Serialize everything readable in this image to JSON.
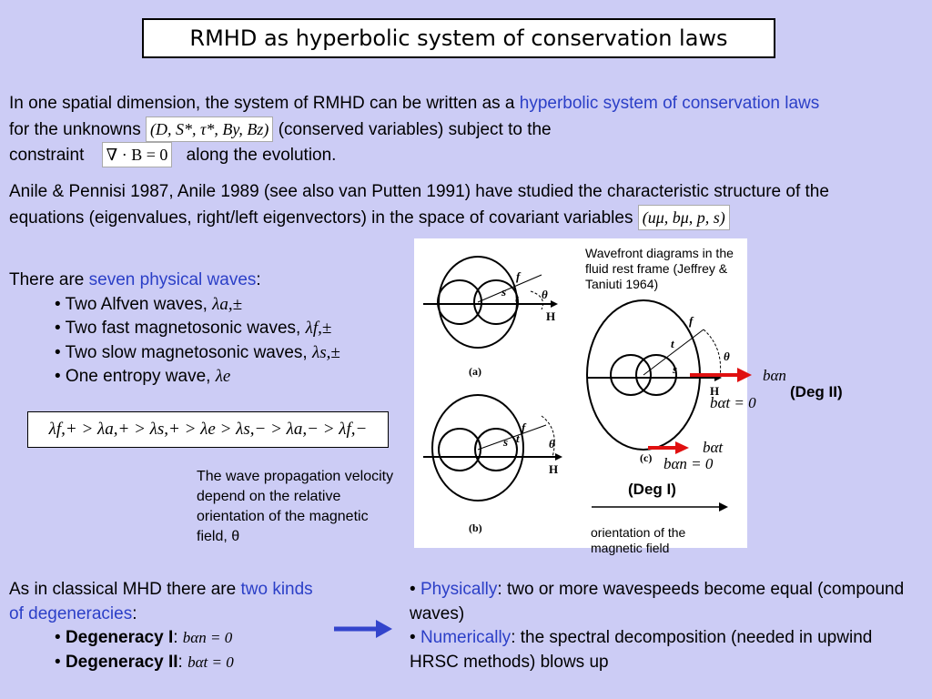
{
  "title": "RMHD as hyperbolic system of conservation laws",
  "para1": {
    "a": "In one spatial dimension, the system of RMHD can be written as a ",
    "b": "hyperbolic system of conservation laws",
    "c": " for the unknowns",
    "unknowns": "(D, S*, τ*, By, Bz)",
    "d": "(conserved variables) subject to the",
    "e": "constraint",
    "constraint": "∇ · B = 0",
    "f": "along the evolution."
  },
  "para2": {
    "text": "Anile & Pennisi 1987, Anile 1989 (see also van Putten 1991) have studied the characteristic structure of the equations (eigenvalues, right/left eigenvectors) in the space of covariant variables",
    "vars": "(uμ, bμ, p, s)"
  },
  "waves": {
    "intro_a": "There are ",
    "intro_b": "seven physical waves",
    "intro_c": ":",
    "items": [
      {
        "label": "• Two Alfven waves,",
        "sym": "λa,±"
      },
      {
        "label": "• Two fast magnetosonic waves,",
        "sym": "λf,±"
      },
      {
        "label": "• Two slow magnetosonic waves,",
        "sym": "λs,±"
      },
      {
        "label": "• One entropy wave,",
        "sym": "λe"
      }
    ]
  },
  "inequality": "λf,+ > λa,+ > λs,+ > λe > λs,− > λa,− > λf,−",
  "propagation_note": "The wave propagation velocity depend on the relative orientation of the magnetic field, θ",
  "figure": {
    "caption": "Wavefront diagrams in the fluid rest frame (Jeffrey & Taniuti 1964)",
    "panel_a": "(a)",
    "panel_b": "(b)",
    "panel_c": "(c)",
    "axis_label": "H",
    "theta": "θ",
    "f": "f",
    "s": "s",
    "t": "t",
    "orientation": "orientation of the magnetic field"
  },
  "deg2_label": "(Deg II)",
  "deg1_label": "(Deg I)",
  "bn_alpha": "bαn",
  "bt_zero": "bαt = 0",
  "bt_alpha": "bαt",
  "bn_zero": "bαn = 0",
  "degeneracies": {
    "a": "As in classical MHD there are ",
    "b": "two kinds of degeneracies",
    "c": ":",
    "deg1": "Degeneracy I",
    "deg1_eq": "bαn = 0",
    "deg2": "Degeneracy II",
    "deg2_eq": "bαt = 0"
  },
  "right": {
    "p1_a": "Physically",
    "p1_b": ": two or more wavespeeds become equal (compound waves)",
    "p2_a": "Numerically",
    "p2_b": ": the spectral decomposition (needed in upwind HRSC methods) blows up"
  },
  "colors": {
    "background": "#ccccf5",
    "accent_blue": "#2b3fc7",
    "arrow_red": "#e01010",
    "arrow_blue": "#3344cc"
  }
}
